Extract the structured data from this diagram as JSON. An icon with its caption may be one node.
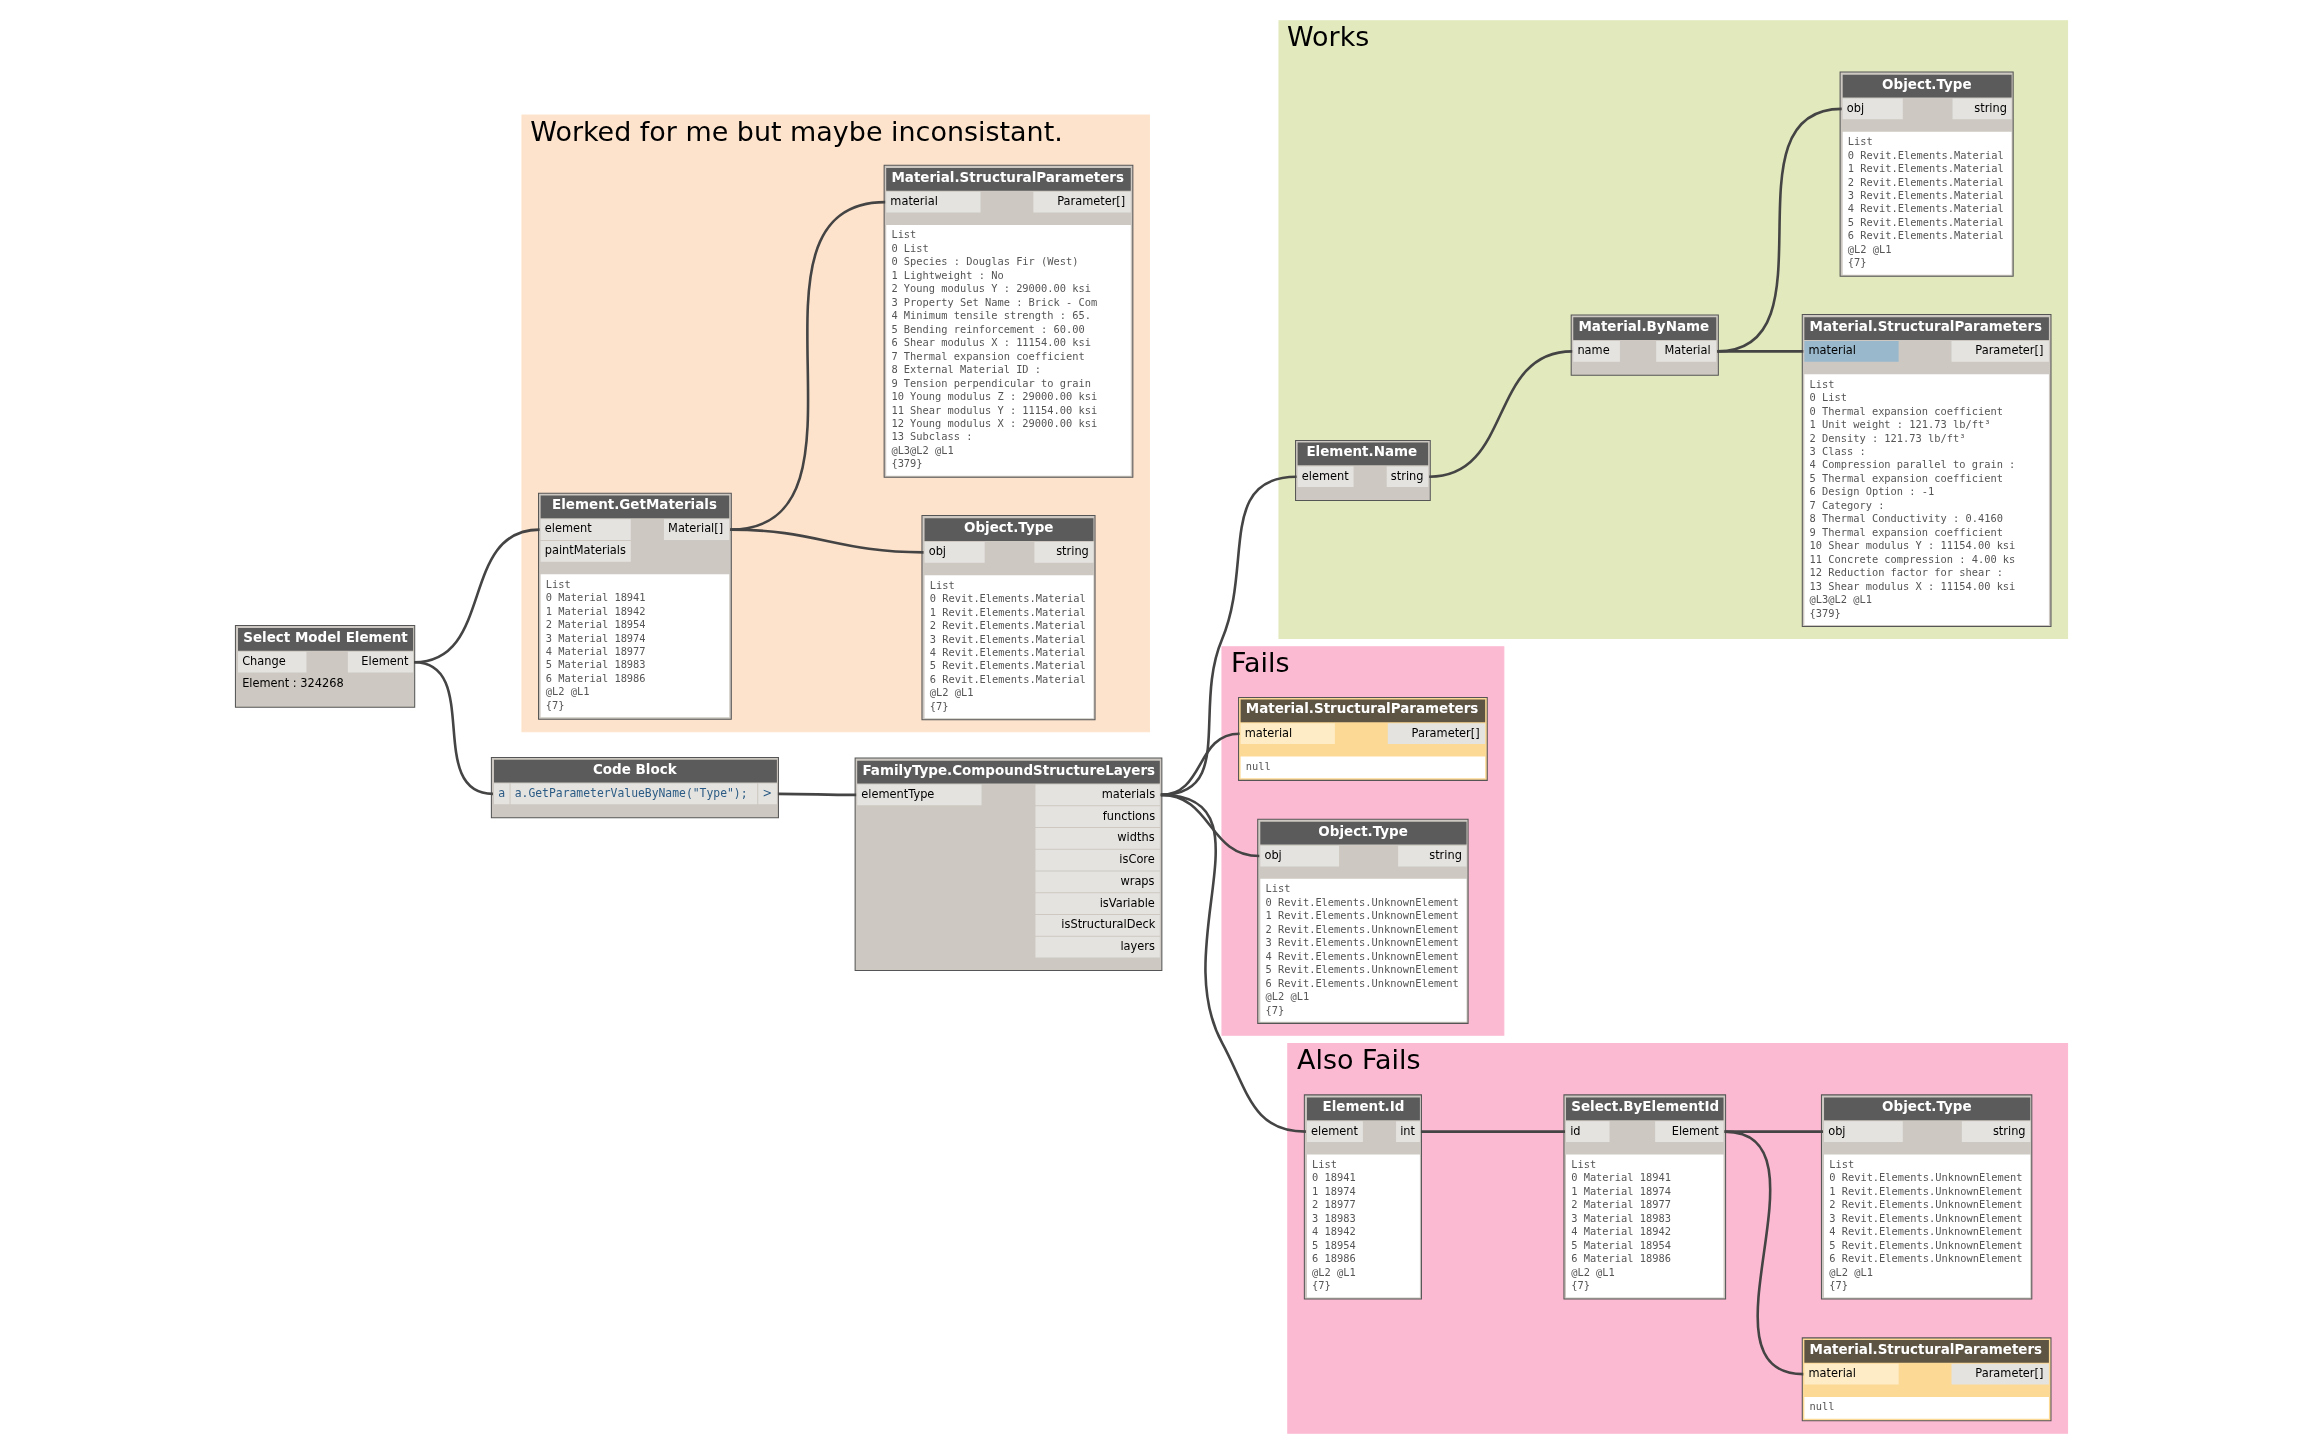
{
  "diagram": {
    "nodes": [
      {
        "text": [
          "Worked for me but maybe inconsistant."
        ]
      },
      {
        "text": [
          "Element.GetMaterials",
          "element",
          "paintMaterials",
          "Material[]",
          "List",
          "0 Material 18941",
          "1 Material 18942",
          "2 Material 18954",
          "3 Material 18974",
          "4 Material 18977",
          "5 Material 18983",
          "6 Material 18986",
          "@L2 @L1",
          "{7}"
        ],
        "in": 0
      },
      {
        "text": [
          "Object.Type",
          "obj",
          "string",
          "List",
          "0 Revit.Elements.Material",
          "1 Revit.Elements.Material",
          "2 Revit.Elements.Material",
          "3 Revit.Elements.Material",
          "4 Revit.Elements.Material",
          "5 Revit.Elements.Material",
          "6 Revit.Elements.Material",
          "@L2 @L1",
          "{7}"
        ],
        "in": 0
      },
      {
        "text": [
          "Material.StructuralParameters",
          "material",
          "Parameter[]",
          "List",
          "0 List",
          "0 Species : Douglas Fir (West)",
          "1 Lightweight : No",
          "2 Young modulus Y : 29000.00 ksi",
          "3 Property Set Name : Brick - Com",
          "4 Minimum tensile strength : 65.",
          "5 Bending reinforcement : 60.00",
          "6 Shear modulus X : 11154.00 ksi",
          "7 Thermal expansion coefficient",
          "8 External Material ID :",
          "9 Tension perpendicular to grain",
          "10 Young modulus Z : 29000.00 ksi",
          "11 Shear modulus Y : 11154.00 ksi",
          "12 Young modulus X : 29000.00 ksi",
          "13 Subclass :",
          "@L3@L2 @L1",
          "{379}"
        ],
        "in": 0
      },
      {
        "text": [
          "Select Model Element",
          "Change",
          "Element",
          "Element : 324268"
        ]
      },
      {
        "text": [
          "Works"
        ]
      },
      {
        "text": [
          "Element.Name",
          "element",
          "string"
        ],
        "in": 5
      },
      {
        "text": [
          "Material.ByName",
          "name",
          "Material"
        ],
        "in": 5
      },
      {
        "text": [
          "Material.StructuralParameters",
          "material",
          "Parameter[]",
          "List",
          "0 List",
          "0 Thermal expansion coefficient",
          "1 Unit weight : 121.73 lb/ft³",
          "2 Density : 121.73 lb/ft³",
          "3 Class :",
          "4 Compression parallel to grain :",
          "5 Thermal expansion coefficient",
          "6 Design Option : -1",
          "7 Category :",
          "8 Thermal Conductivity : 0.4160",
          "9 Thermal expansion coefficient",
          "10 Shear modulus Y : 11154.00 ksi",
          "11 Concrete compression : 4.00 ks",
          "12 Reduction factor for shear :",
          "13 Shear modulus X : 11154.00 ksi",
          "@L3@L2 @L1",
          "{379}"
        ],
        "in": 5
      },
      {
        "text": [
          "Object.Type",
          "obj",
          "string",
          "List",
          "0 Revit.Elements.Material",
          "1 Revit.Elements.Material",
          "2 Revit.Elements.Material",
          "3 Revit.Elements.Material",
          "4 Revit.Elements.Material",
          "5 Revit.Elements.Material",
          "6 Revit.Elements.Material",
          "@L2 @L1",
          "{7}"
        ],
        "in": 5
      },
      {
        "text": [
          "Code Block",
          "a",
          "a.GetParameterValueByName(\"Type\");",
          ">"
        ]
      },
      {
        "text": [
          "FamilyType.CompoundStructureLayers",
          "elementType",
          "materials",
          "functions",
          "widths",
          "isCore",
          "wraps",
          "isVariable",
          "isStructuralDeck",
          "layers"
        ]
      },
      {
        "text": [
          "Fails"
        ]
      },
      {
        "text": [
          "Material.StructuralParameters",
          "material",
          "Parameter[]",
          "null"
        ],
        "in": 12
      },
      {
        "text": [
          "Object.Type",
          "obj",
          "string",
          "List",
          "0 Revit.Elements.UnknownElement",
          "1 Revit.Elements.UnknownElement",
          "2 Revit.Elements.UnknownElement",
          "3 Revit.Elements.UnknownElement",
          "4 Revit.Elements.UnknownElement",
          "5 Revit.Elements.UnknownElement",
          "6 Revit.Elements.UnknownElement",
          "@L2 @L1",
          "{7}"
        ],
        "in": 12
      },
      {
        "text": [
          "Also Fails"
        ]
      },
      {
        "text": [
          "Element.Id",
          "element",
          "int",
          "List",
          "0 18941",
          "1 18974",
          "2 18977",
          "3 18983",
          "4 18942",
          "5 18954",
          "6 18986",
          "@L2 @L1",
          "{7}"
        ],
        "in": 15
      },
      {
        "text": [
          "Select.ByElementId",
          "id",
          "Element",
          "List",
          "0 Material 18941",
          "1 Material 18974",
          "2 Material 18977",
          "3 Material 18983",
          "4 Material 18942",
          "5 Material 18954",
          "6 Material 18986",
          "@L2 @L1",
          "{7}"
        ],
        "in": 15
      },
      {
        "text": [
          "Material.StructuralParameters",
          "material",
          "Parameter[]",
          "null"
        ],
        "in": 15
      },
      {
        "text": [
          "Object.Type",
          "obj",
          "string",
          "List",
          "0 Revit.Elements.UnknownElement",
          "1 Revit.Elements.UnknownElement",
          "2 Revit.Elements.UnknownElement",
          "3 Revit.Elements.UnknownElement",
          "4 Revit.Elements.UnknownElement",
          "5 Revit.Elements.UnknownElement",
          "6 Revit.Elements.UnknownElement",
          "@L2 @L1",
          "{7}"
        ],
        "in": 15
      }
    ],
    "edges": [
      {
        "from": 4,
        "to": 1,
        "arrow": "none"
      },
      {
        "from": 1,
        "to": 2,
        "arrow": "none"
      },
      {
        "from": 1,
        "to": 3,
        "arrow": "none"
      },
      {
        "from": 4,
        "to": 10,
        "arrow": "none"
      },
      {
        "from": 10,
        "to": 11,
        "arrow": "none"
      },
      {
        "from": 11,
        "to": 6,
        "arrow": "none"
      },
      {
        "from": 6,
        "to": 7,
        "arrow": "none"
      },
      {
        "from": 7,
        "to": 8,
        "arrow": "none"
      },
      {
        "from": 7,
        "to": 9,
        "arrow": "none"
      },
      {
        "from": 11,
        "to": 13,
        "arrow": "none"
      },
      {
        "from": 11,
        "to": 14,
        "arrow": "none"
      },
      {
        "from": 11,
        "to": 16,
        "arrow": "none"
      },
      {
        "from": 16,
        "to": 17,
        "arrow": "none"
      },
      {
        "from": 17,
        "to": 18,
        "arrow": "none"
      },
      {
        "from": 17,
        "to": 19,
        "arrow": "none"
      }
    ]
  }
}
